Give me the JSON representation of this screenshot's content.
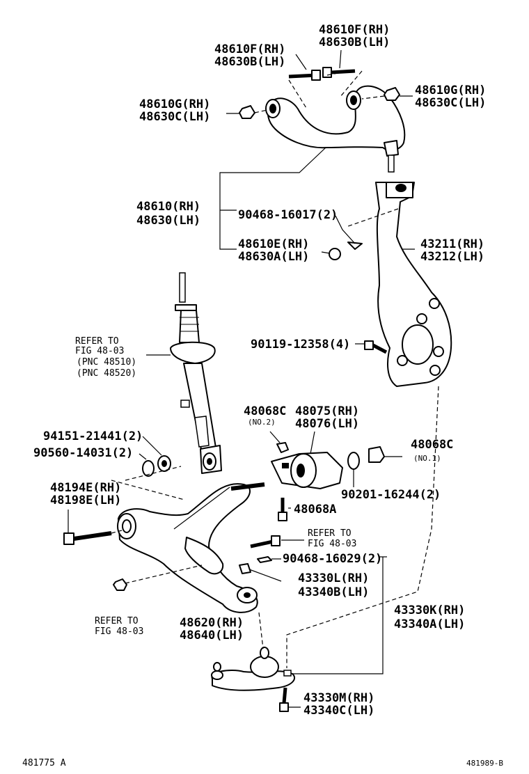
{
  "labels": {
    "l_48610f_rh_top": "48610F(RH)",
    "l_48630b_lh_top": "48630B(LH)",
    "l_48610f_rh": "48610F(RH)",
    "l_48630b_lh": "48630B(LH)",
    "l_48610g_rh_left": "48610G(RH)",
    "l_48630c_lh_left": "48630C(LH)",
    "l_48610g_rh_right": "48610G(RH)",
    "l_48630c_lh_right": "48630C(LH)",
    "l_48610_rh": "48610(RH)",
    "l_48630_lh": "48630(LH)",
    "l_90468_16017": "90468-16017(2)",
    "l_48610e_rh": "48610E(RH)",
    "l_48630a_lh": "48630A(LH)",
    "l_43211_rh": "43211(RH)",
    "l_43212_lh": "43212(LH)",
    "l_refer_to_1": "REFER TO",
    "l_fig_48_03_1": "FIG 48-03",
    "l_pnc_48510": "(PNC 48510)",
    "l_pnc_48520": "(PNC 48520)",
    "l_90119_12358": "90119-12358(4)",
    "l_48068c_no2": "48068C",
    "l_no2": "(NO.2)",
    "l_48075_rh": "48075(RH)",
    "l_48076_lh": "48076(LH)",
    "l_94151_21441": "94151-21441(2)",
    "l_90560_14031": "90560-14031(2)",
    "l_48068c_no1": "48068C",
    "l_no1": "(NO.1)",
    "l_90201_16244": "90201-16244(2)",
    "l_48194e_rh": "48194E(RH)",
    "l_48198e_lh": "48198E(LH)",
    "l_48068a": "48068A",
    "l_refer_to_2": "REFER TO",
    "l_fig_48_03_2": "FIG 48-03",
    "l_90468_16029": "90468-16029(2)",
    "l_43330l_rh": "43330L(RH)",
    "l_43340b_lh": "43340B(LH)",
    "l_43330k_rh": "43330K(RH)",
    "l_43340a_lh": "43340A(LH)",
    "l_refer_to_3": "REFER TO",
    "l_fig_48_03_3": "FIG 48-03",
    "l_48620_rh": "48620(RH)",
    "l_48640_lh": "48640(LH)",
    "l_43330m_rh": "43330M(RH)",
    "l_43340c_lh": "43340C(LH)",
    "l_footer_left": "481775 A",
    "l_footer_right": "481989-B"
  }
}
